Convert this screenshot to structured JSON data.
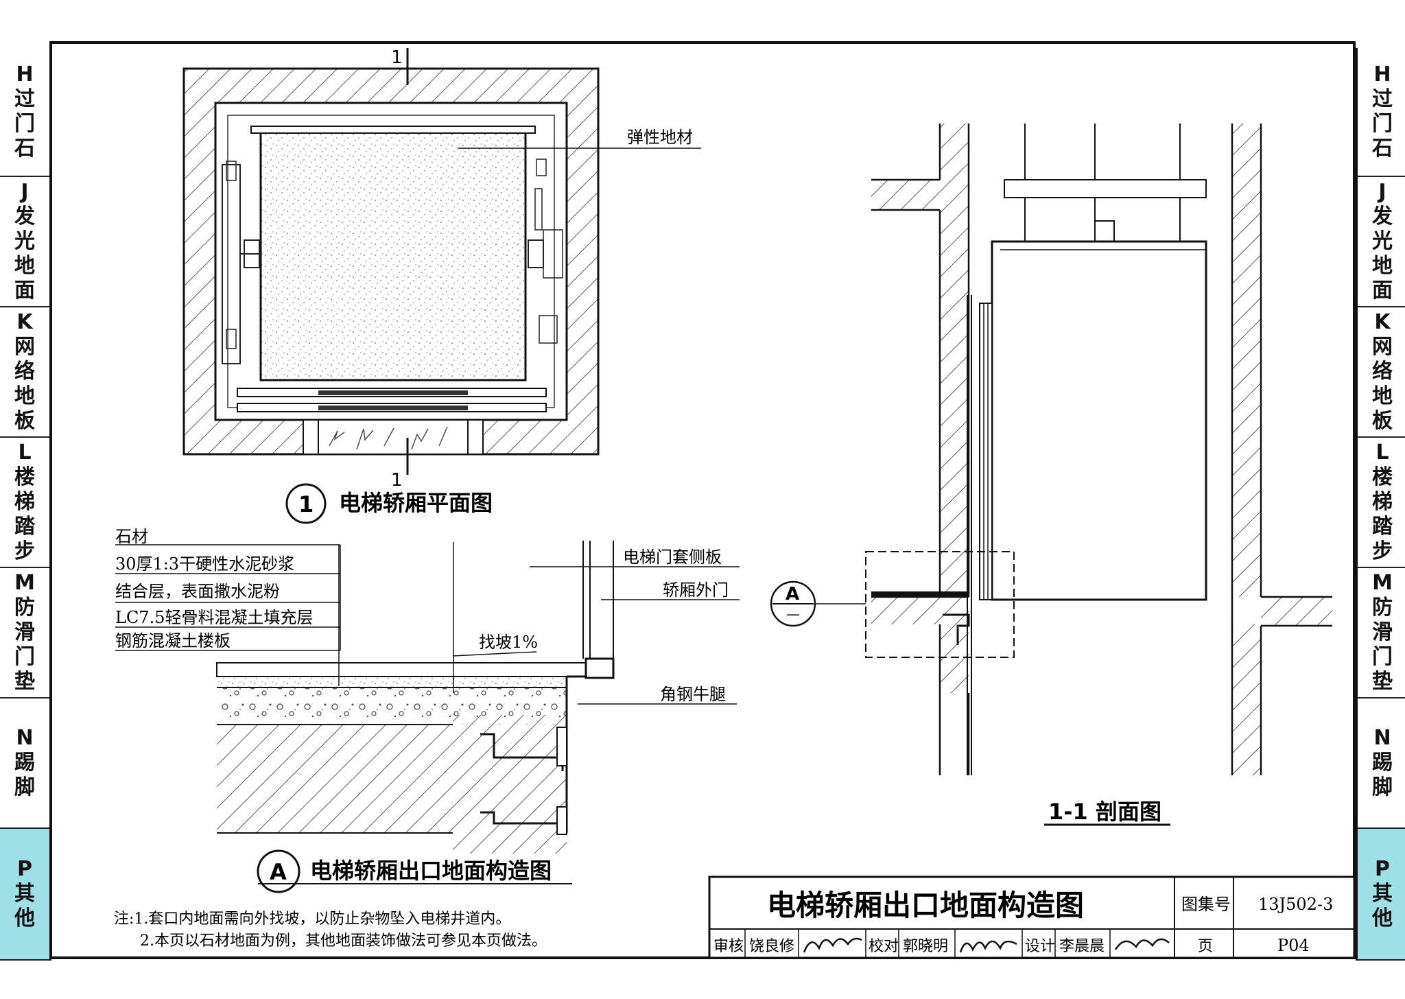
{
  "left_tabs": [
    {
      "code": "H",
      "name": "过门石"
    },
    {
      "code": "J",
      "name": "发光地面"
    },
    {
      "code": "K",
      "name": "网络地板"
    },
    {
      "code": "L",
      "name": "楼梯踏步"
    },
    {
      "code": "M",
      "name": "防滑门垫"
    },
    {
      "code": "N",
      "name": "踢脚"
    },
    {
      "code": "P",
      "name": "其他"
    }
  ],
  "plan": {
    "title": "电梯轿厢平面图",
    "number": "1",
    "cut_top": "1",
    "cut_bottom": "1",
    "label_floor": "弹性地材"
  },
  "detail": {
    "title": "电梯轿厢出口地面构造图",
    "symbol": "A",
    "layers": [
      "石材",
      "30厚1:3干硬性水泥砂浆",
      "结合层，表面撒水泥粉",
      "LC7.5轻骨料混凝土填充层",
      "钢筋混凝土楼板"
    ],
    "slope": "找坡1%",
    "label_door_side": "电梯门套侧板",
    "label_car_door": "轿厢外门",
    "label_angle": "角钢牛腿"
  },
  "section": {
    "title": "1-1 剖面图",
    "ref_symbol": "A",
    "ref_sub": "—"
  },
  "notes": [
    "注:1.套口内地面需向外找坡，以防止杂物坠入电梯井道内。",
    "2.本页以石材地面为例，其他地面装饰做法可参见本页做法。"
  ],
  "titleblock": {
    "drawing_title": "电梯轿厢出口地面构造图",
    "atlas_label": "图集号",
    "atlas_no": "13J502-3",
    "review_label": "审核",
    "reviewer": "饶良修",
    "check_label": "校对",
    "checker": "郭晓明",
    "design_label": "设计",
    "designer": "李晨晨",
    "page_label": "页",
    "page_no": "P04"
  }
}
